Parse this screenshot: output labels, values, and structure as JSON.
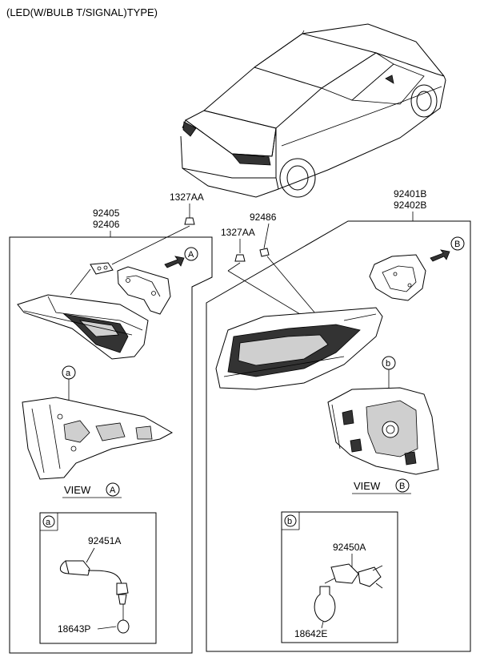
{
  "header": {
    "title": "(LED(W/BULB T/SIGNAL)TYPE)"
  },
  "labels": {
    "inner_lamp_a": "92405",
    "inner_lamp_b": "92406",
    "outer_lamp_a": "92401B",
    "outer_lamp_b": "92402B",
    "nut_top": "1327AA",
    "nut_mid": "1327AA",
    "screw": "92486",
    "socket_a": "92451A",
    "bulb_a": "18643P",
    "socket_b": "92450A",
    "bulb_b": "18642E"
  },
  "views": {
    "view_word": "VIEW",
    "marker_a": "A",
    "marker_b": "B"
  },
  "callouts": {
    "small_a": "a",
    "small_b": "b"
  }
}
